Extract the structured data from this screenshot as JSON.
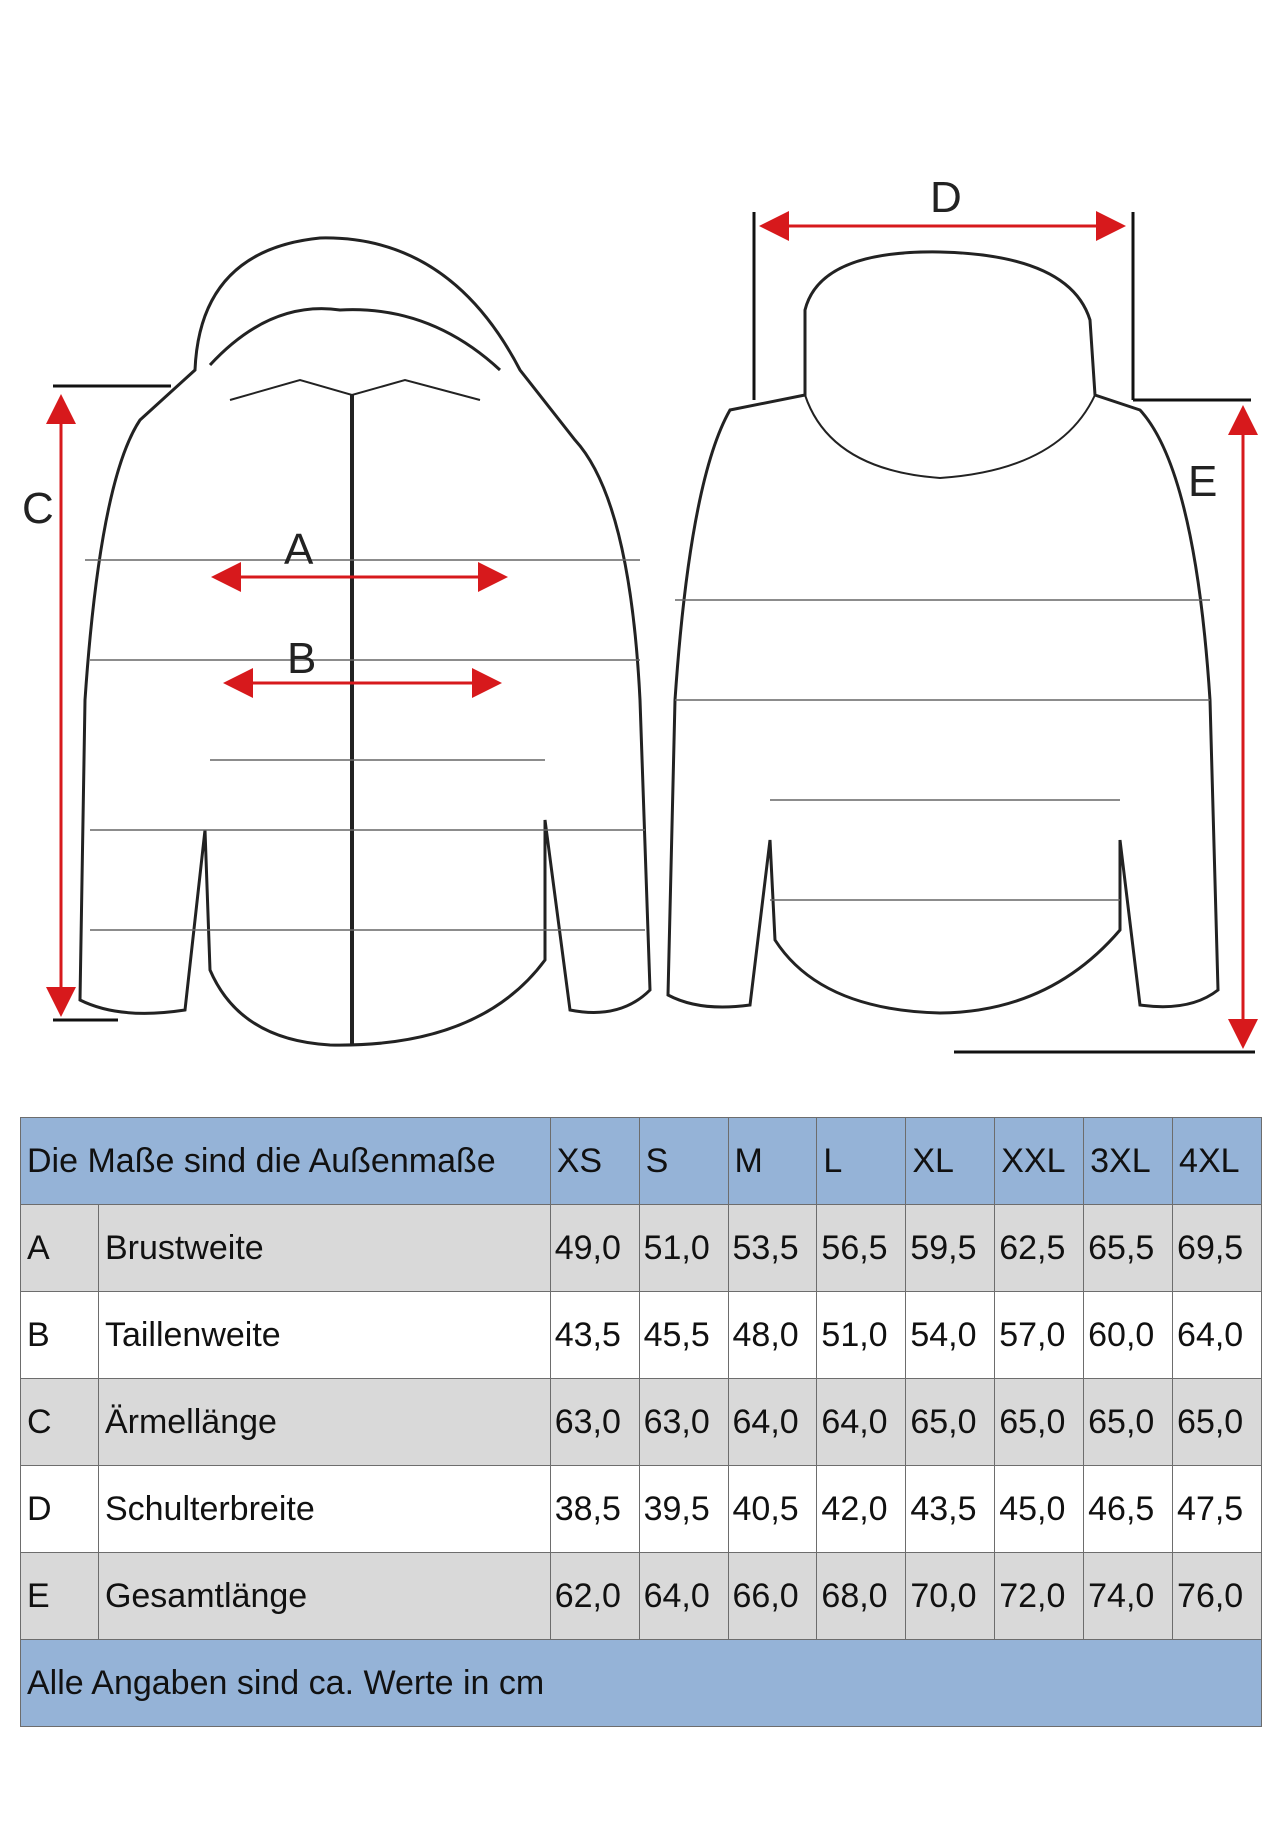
{
  "diagram": {
    "labels": {
      "A": "A",
      "B": "B",
      "C": "C",
      "D": "D",
      "E": "E"
    },
    "arrow_color": "#d7191c"
  },
  "table": {
    "header_title": "Die Maße sind die Außenmaße",
    "sizes": [
      "XS",
      "S",
      "M",
      "L",
      "XL",
      "XXL",
      "3XL",
      "4XL"
    ],
    "rows": [
      {
        "key": "A",
        "name": "Brustweite",
        "values": [
          "49,0",
          "51,0",
          "53,5",
          "56,5",
          "59,5",
          "62,5",
          "65,5",
          "69,5"
        ]
      },
      {
        "key": "B",
        "name": "Taillenweite",
        "values": [
          "43,5",
          "45,5",
          "48,0",
          "51,0",
          "54,0",
          "57,0",
          "60,0",
          "64,0"
        ]
      },
      {
        "key": "C",
        "name": "Ärmellänge",
        "values": [
          "63,0",
          "63,0",
          "64,0",
          "64,0",
          "65,0",
          "65,0",
          "65,0",
          "65,0"
        ]
      },
      {
        "key": "D",
        "name": "Schulterbreite",
        "values": [
          "38,5",
          "39,5",
          "40,5",
          "42,0",
          "43,5",
          "45,0",
          "46,5",
          "47,5"
        ]
      },
      {
        "key": "E",
        "name": "Gesamtlänge",
        "values": [
          "62,0",
          "64,0",
          "66,0",
          "68,0",
          "70,0",
          "72,0",
          "74,0",
          "76,0"
        ]
      }
    ],
    "footer": "Alle Angaben sind ca. Werte in cm",
    "header_color": "#95b3d7",
    "stripe_color": "#d9d9d9"
  }
}
